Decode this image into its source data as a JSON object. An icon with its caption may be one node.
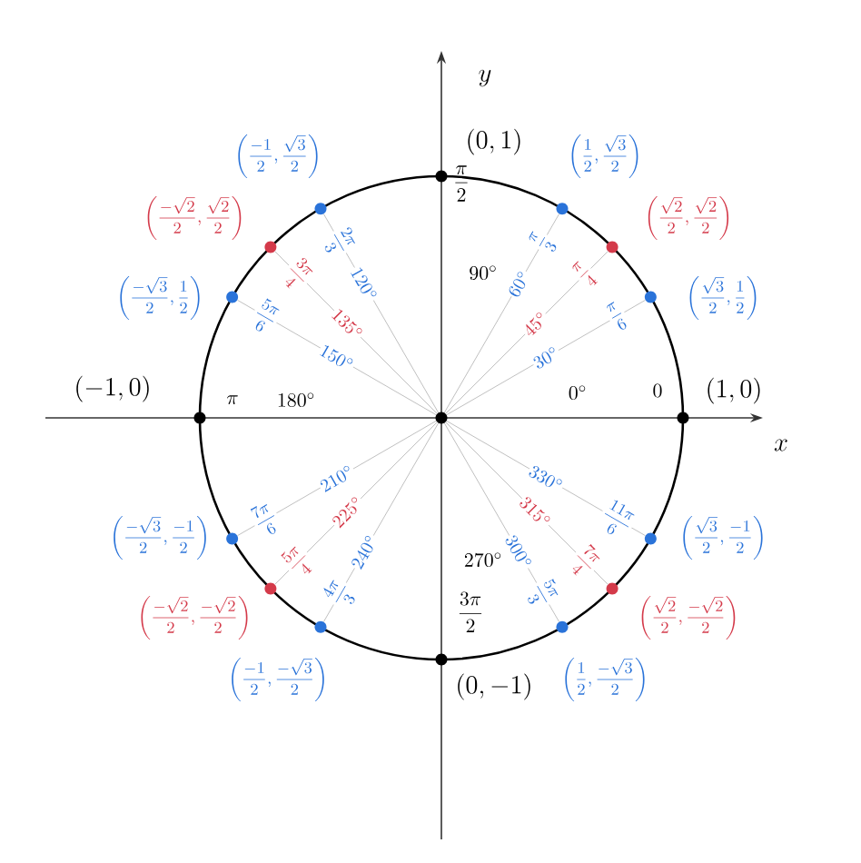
{
  "diagram": {
    "nodes": [
      {
        "text": [],
        "shape": "circle"
      },
      {
        "text": [],
        "shape": "circle",
        "beside": [
          "(1,0)",
          "0",
          "0^\\circ"
        ]
      },
      {
        "text": [],
        "shape": "circle",
        "beside": [
          "\\left(\\frac{\\sqrt{3}}{2},\\frac{1}{2}\\right)",
          "\\frac{\\pi}{6}",
          "30^\\circ"
        ]
      },
      {
        "text": [],
        "shape": "circle",
        "beside": [
          "\\left(\\frac{\\sqrt{2}}{2},\\frac{\\sqrt{2}}{2}\\right)",
          "\\frac{\\pi}{4}",
          "45^\\circ"
        ]
      },
      {
        "text": [],
        "shape": "circle",
        "beside": [
          "\\left(\\frac{1}{2},\\frac{\\sqrt{3}}{2}\\right)",
          "\\frac{\\pi}{3}",
          "60^\\circ"
        ]
      },
      {
        "text": [],
        "shape": "circle",
        "beside": [
          "(0,1)",
          "\\frac{\\pi}{2}",
          "90^\\circ"
        ]
      },
      {
        "text": [],
        "shape": "circle",
        "beside": [
          "\\left(\\frac{-1}{2},\\frac{\\sqrt{3}}{2}\\right)",
          "\\frac{2\\pi}{3}",
          "120^\\circ"
        ]
      },
      {
        "text": [],
        "shape": "circle",
        "beside": [
          "\\left(\\frac{-\\sqrt{2}}{2},\\frac{\\sqrt{2}}{2}\\right)",
          "\\frac{3\\pi}{4}",
          "135^\\circ"
        ]
      },
      {
        "text": [],
        "shape": "circle",
        "beside": [
          "\\left(\\frac{-\\sqrt{3}}{2},\\frac{1}{2}\\right)",
          "\\frac{5\\pi}{6}",
          "150^\\circ"
        ]
      },
      {
        "text": [],
        "shape": "circle",
        "beside": [
          "(-1,0)",
          "\\pi",
          "180^\\circ"
        ]
      },
      {
        "text": [],
        "shape": "circle",
        "beside": [
          "\\left(\\frac{-\\sqrt{3}}{2},\\frac{-1}{2}\\right)",
          "\\frac{7\\pi}{6}",
          "210^\\circ"
        ]
      },
      {
        "text": [],
        "shape": "circle",
        "beside": [
          "\\left(\\frac{-\\sqrt{2}}{2},\\frac{-\\sqrt{2}}{2}\\right)",
          "\\frac{5\\pi}{4}",
          "225^\\circ"
        ]
      },
      {
        "text": [],
        "shape": "circle",
        "beside": [
          "\\left(\\frac{-1}{2},\\frac{-\\sqrt{3}}{2}\\right)",
          "\\frac{4\\pi}{3}",
          "240^\\circ"
        ]
      },
      {
        "text": [],
        "shape": "circle",
        "beside": [
          "(0,-1)",
          "\\frac{3\\pi}{2}",
          "270^\\circ"
        ]
      },
      {
        "text": [],
        "shape": "circle",
        "beside": [
          "\\left(\\frac{1}{2},\\frac{-\\sqrt{3}}{2}\\right)",
          "\\frac{5\\pi}{3}",
          "300^\\circ"
        ]
      },
      {
        "text": [],
        "shape": "circle",
        "beside": [
          "\\left(\\frac{\\sqrt{2}}{2},\\frac{-\\sqrt{2}}{2}\\right)",
          "\\frac{7\\pi}{4}",
          "315^\\circ"
        ]
      },
      {
        "text": [],
        "shape": "circle",
        "beside": [
          "\\left(\\frac{\\sqrt{3}}{2},\\frac{-1}{2}\\right)",
          "\\frac{11\\pi}{6}",
          "330^\\circ"
        ]
      }
    ],
    "edges": [
      {
        "from": 0,
        "to": 2,
        "arrow": "none"
      },
      {
        "from": 0,
        "to": 3,
        "arrow": "none"
      },
      {
        "from": 0,
        "to": 4,
        "arrow": "none"
      },
      {
        "from": 0,
        "to": 6,
        "arrow": "none"
      },
      {
        "from": 0,
        "to": 7,
        "arrow": "none"
      },
      {
        "from": 0,
        "to": 8,
        "arrow": "none"
      },
      {
        "from": 0,
        "to": 10,
        "arrow": "none"
      },
      {
        "from": 0,
        "to": 11,
        "arrow": "none"
      },
      {
        "from": 0,
        "to": 12,
        "arrow": "none"
      },
      {
        "from": 0,
        "to": 14,
        "arrow": "none"
      },
      {
        "from": 0,
        "to": 15,
        "arrow": "none"
      },
      {
        "from": 0,
        "to": 16,
        "arrow": "none"
      }
    ],
    "labels": [
      "x",
      "y"
    ]
  }
}
